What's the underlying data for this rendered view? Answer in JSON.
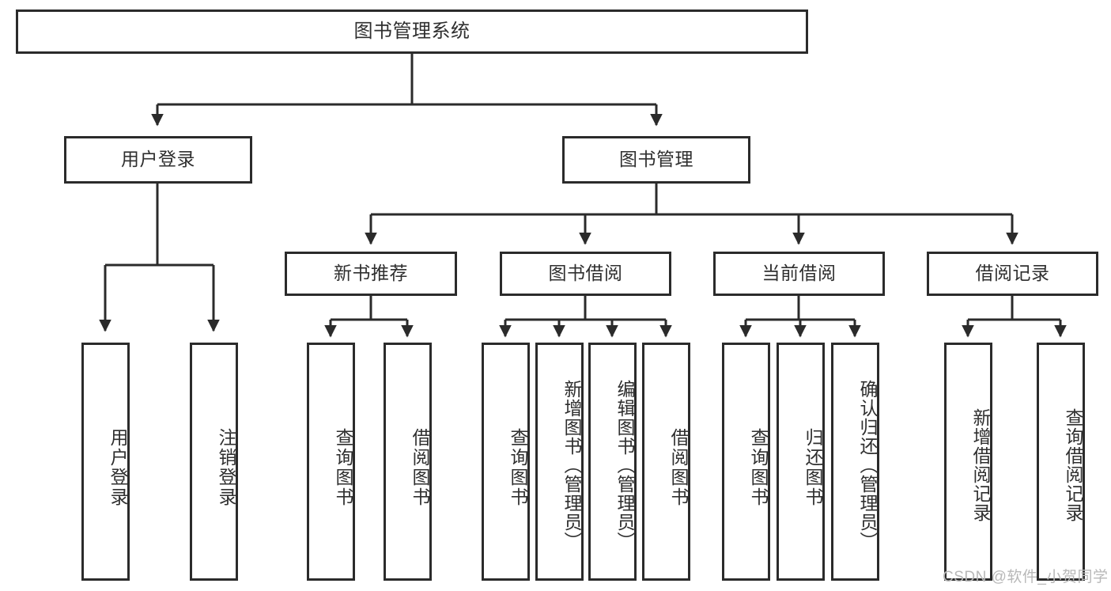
{
  "diagram": {
    "title": "图书管理系统",
    "type": "tree",
    "stroke_color": "#2b2b2b",
    "text_color": "#2f2f2f",
    "background_color": "#ffffff"
  },
  "nodes": {
    "root": {
      "label": "图书管理系统"
    },
    "level2": [
      {
        "id": "user-login",
        "label": "用户登录"
      },
      {
        "id": "book-management",
        "label": "图书管理"
      }
    ],
    "level3": [
      {
        "id": "new-book-recommend",
        "label": "新书推荐"
      },
      {
        "id": "book-borrow",
        "label": "图书借阅"
      },
      {
        "id": "current-borrow",
        "label": "当前借阅"
      },
      {
        "id": "borrow-record",
        "label": "借阅记录"
      }
    ],
    "leaves": {
      "user_login": [
        {
          "id": "leaf-user-login",
          "label": "用户登录"
        },
        {
          "id": "leaf-logout",
          "label": "注销登录"
        }
      ],
      "new_book_recommend": [
        {
          "id": "leaf-query-book-1",
          "label": "查询图书"
        },
        {
          "id": "leaf-borrow-book-1",
          "label": "借阅图书"
        }
      ],
      "book_borrow": [
        {
          "id": "leaf-query-book-2",
          "label": "查询图书"
        },
        {
          "id": "leaf-add-book",
          "label": "新增图书（管理员）"
        },
        {
          "id": "leaf-edit-book",
          "label": "编辑图书（管理员）"
        },
        {
          "id": "leaf-borrow-book-2",
          "label": "借阅图书"
        }
      ],
      "current_borrow": [
        {
          "id": "leaf-query-book-3",
          "label": "查询图书"
        },
        {
          "id": "leaf-return-book",
          "label": "归还图书"
        },
        {
          "id": "leaf-confirm-return",
          "label": "确认归还（管理员）"
        }
      ],
      "borrow_record": [
        {
          "id": "leaf-add-record",
          "label": "新增借阅记录"
        },
        {
          "id": "leaf-query-record",
          "label": "查询借阅记录"
        }
      ]
    }
  },
  "watermark": {
    "text": "CSDN @软件_小贺同学"
  }
}
